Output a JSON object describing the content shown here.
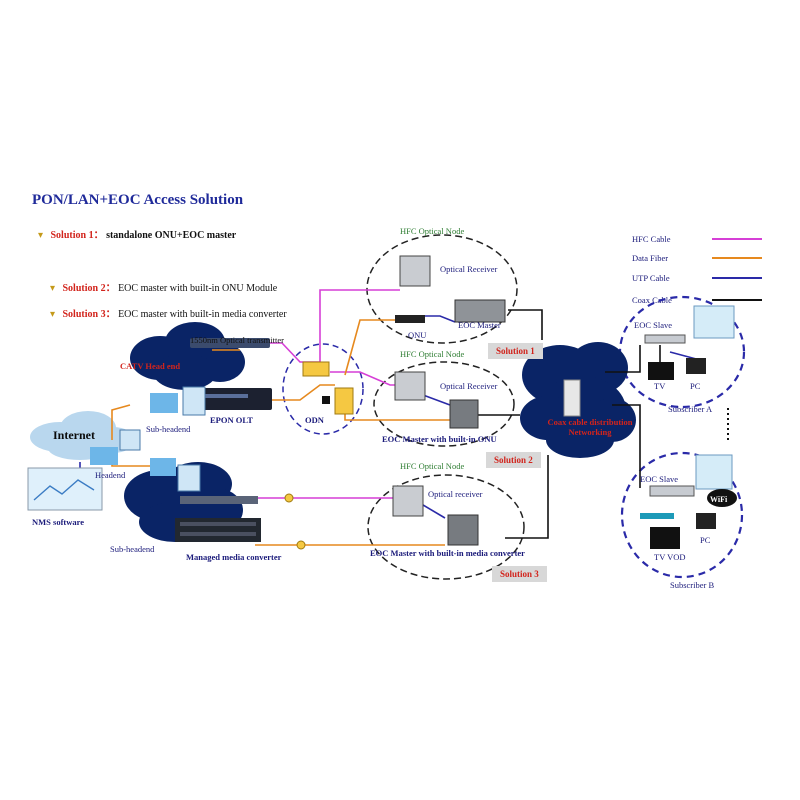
{
  "title": "PON/LAN+EOC Access Solution",
  "solutions": [
    {
      "label": "Solution 1：",
      "text": "standalone ONU+EOC master"
    },
    {
      "label": "Solution 2：",
      "text": "EOC master with built-in ONU Module"
    },
    {
      "label": "Solution 3：",
      "text": "EOC master with built-in media converter"
    }
  ],
  "legend": [
    {
      "label": "HFC Cable",
      "color": "#d63fd6"
    },
    {
      "label": "Data Fiber",
      "color": "#e6891e"
    },
    {
      "label": "UTP Cable",
      "color": "#2a2aa8"
    },
    {
      "label": "Coax Cable",
      "color": "#111111"
    }
  ],
  "nodes": {
    "hfc1": "HFC Optical Node",
    "hfc2": "HFC Optical Node",
    "hfc3": "HFC Optical Node",
    "optical_receiver_1": "Optical Receiver",
    "optical_receiver_2": "Optical Receiver",
    "optical_receiver_3": "Optical receiver",
    "onu": "ONU",
    "eoc_master": "EOC Master",
    "eoc_master_onu": "EOC Master with built-in ONU",
    "eoc_master_mc": "EOC Master with built-in media converter",
    "sol1": "Solution 1",
    "sol2": "Solution 2",
    "sol3": "Solution 3",
    "transmitter": "1550nm Optical transmitter",
    "catv": "CATV Head end",
    "epon_olt": "EPON OLT",
    "odn": "ODN",
    "sub_headend_1": "Sub-headend",
    "sub_headend_2": "Sub-headend",
    "internet": "Internet",
    "headend": "Headend",
    "nms": "NMS software",
    "managed_mc": "Managed media converter",
    "coax_network": "Coax cable distribution Networking",
    "eoc_slave_a": "EOC Slave",
    "eoc_slave_b": "EOC Slave",
    "tv": "TV",
    "pc_a": "PC",
    "tv_vod": "TV VOD",
    "pc_b": "PC",
    "subscriber_a": "Subscriber A",
    "subscriber_b": "Subscriber B",
    "wifi": "WiFi"
  }
}
